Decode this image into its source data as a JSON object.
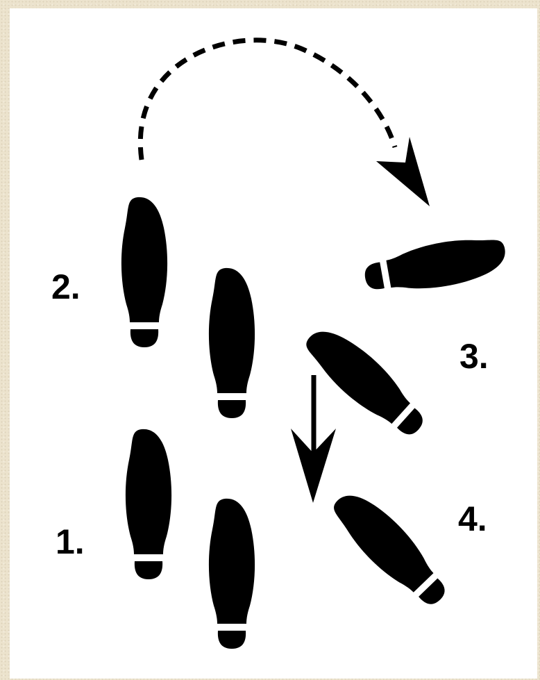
{
  "labels": {
    "step1": "1.",
    "step2": "2.",
    "step3": "3.",
    "step4": "4."
  },
  "icons": {
    "footprint": "shoe-sole-silhouette",
    "jump_arrow": "dashed-curved-arrow",
    "step_arrow": "straight-down-arrow"
  },
  "colors": {
    "ink": "#000000",
    "paper": "#ffffff",
    "border": "#ece3cd"
  }
}
